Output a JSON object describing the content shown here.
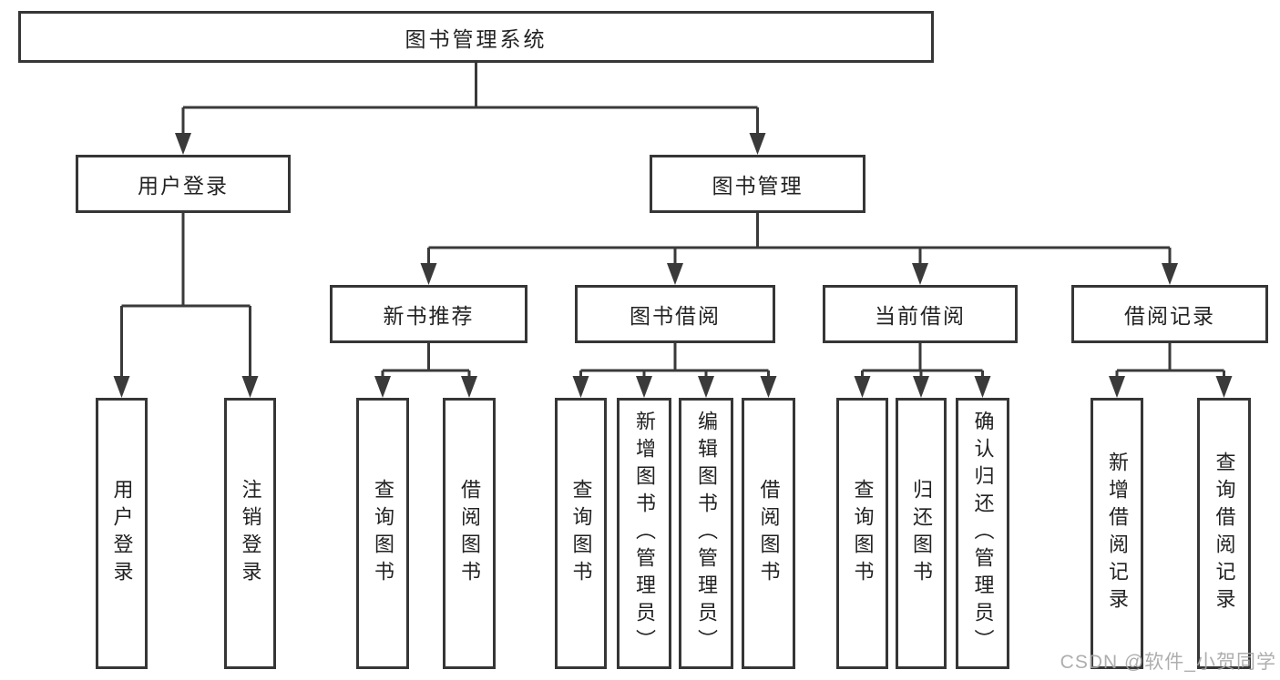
{
  "tree": {
    "label": "图书管理系统",
    "children": [
      {
        "label": "用户登录",
        "children": [
          {
            "label": "用户登录"
          },
          {
            "label": "注销登录"
          }
        ]
      },
      {
        "label": "图书管理",
        "children": [
          {
            "label": "新书推荐",
            "children": [
              {
                "label": "查询图书"
              },
              {
                "label": "借阅图书"
              }
            ]
          },
          {
            "label": "图书借阅",
            "children": [
              {
                "label": "查询图书"
              },
              {
                "label": "新增图书（管理员）"
              },
              {
                "label": "编辑图书（管理员）"
              },
              {
                "label": "借阅图书"
              }
            ]
          },
          {
            "label": "当前借阅",
            "children": [
              {
                "label": "查询图书"
              },
              {
                "label": "归还图书"
              },
              {
                "label": "确认归还（管理员）"
              }
            ]
          },
          {
            "label": "借阅记录",
            "children": [
              {
                "label": "新增借阅记录"
              },
              {
                "label": "查询借阅记录"
              }
            ]
          }
        ]
      }
    ]
  },
  "watermark": {
    "text": "CSDN @软件_小贺同学"
  },
  "colors": {
    "line": "#3a3a3a",
    "border": "#363636",
    "text": "#222222",
    "watermark": "#a5a5a5",
    "background": "#ffffff"
  }
}
